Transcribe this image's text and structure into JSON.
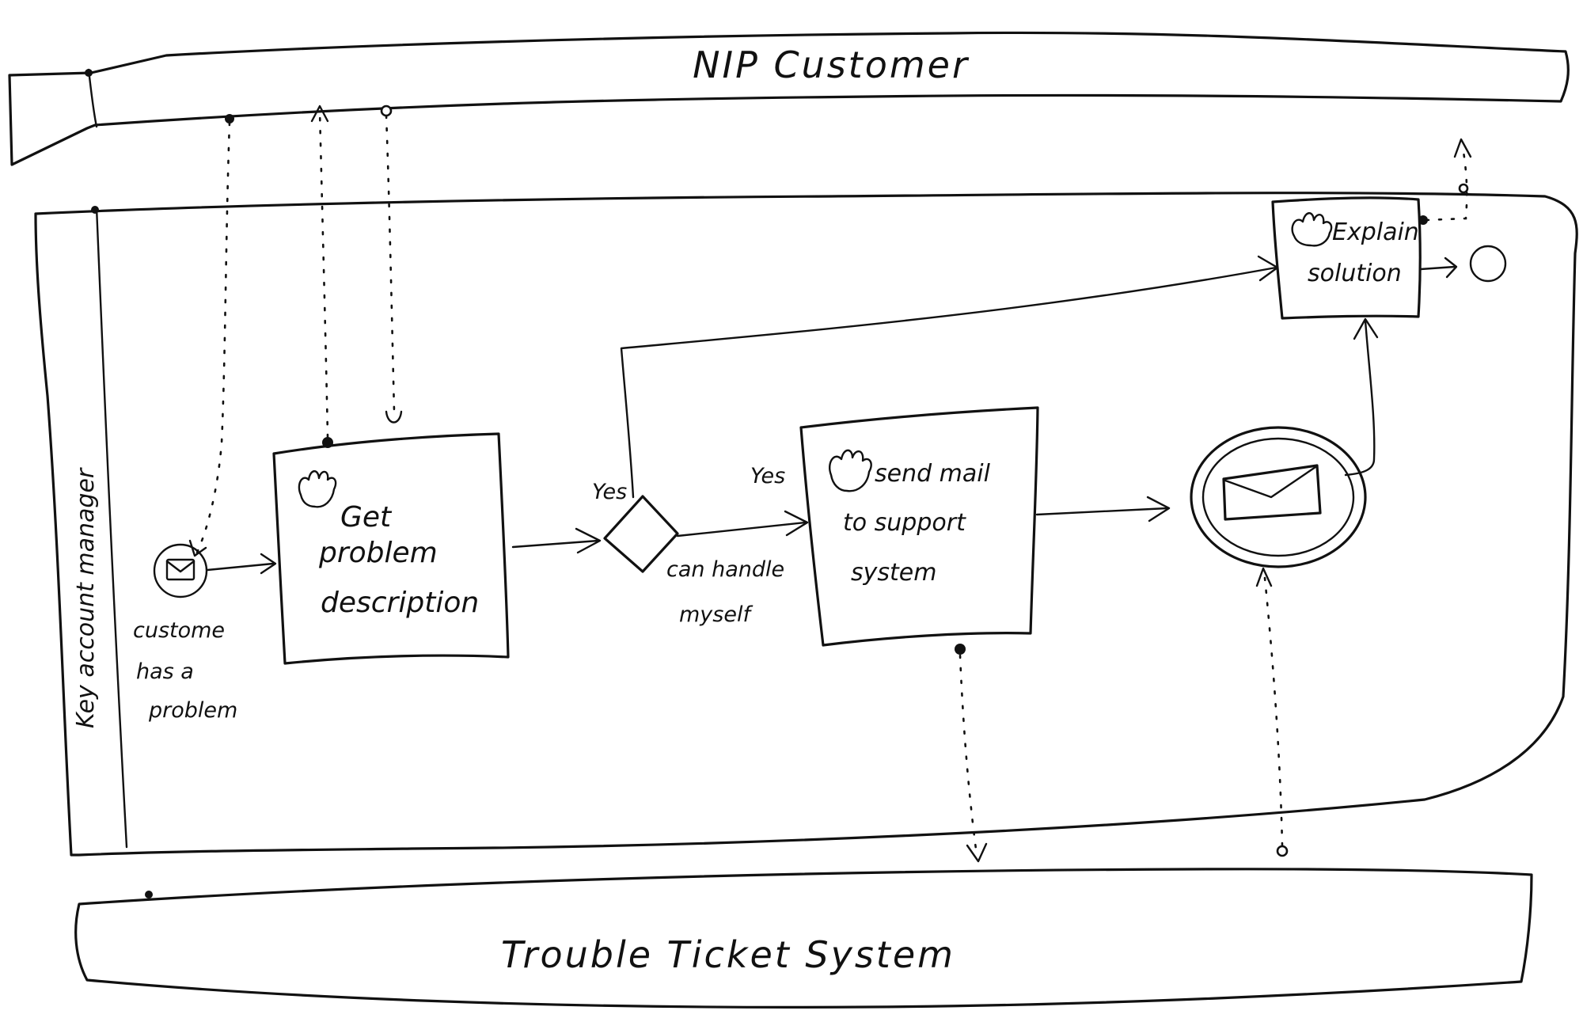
{
  "pools": {
    "top": {
      "label": "NIP Customer"
    },
    "bottom": {
      "label": "Trouble Ticket System"
    },
    "middle": {
      "lane_label": "Key account manager"
    }
  },
  "start_event": {
    "label_line1": "custome",
    "label_line2": "has a",
    "label_line3": "problem",
    "icon": "envelope-icon"
  },
  "task_get_problem": {
    "line1": "Get",
    "line2": "problem",
    "line3": "description",
    "icon": "hand-icon"
  },
  "gateway": {
    "yes_upper": "Yes",
    "yes_right": "Yes",
    "condition_line1": "can handle",
    "condition_line2": "myself"
  },
  "task_send_mail": {
    "line1": "send mail",
    "line2": "to support",
    "line3": "system",
    "icon": "hand-icon"
  },
  "intermediate_event": {
    "icon": "envelope-icon"
  },
  "task_explain": {
    "line1": "Explain",
    "line2": "solution",
    "icon": "hand-icon"
  },
  "colors": {
    "ink": "#111111",
    "background": "#ffffff"
  }
}
